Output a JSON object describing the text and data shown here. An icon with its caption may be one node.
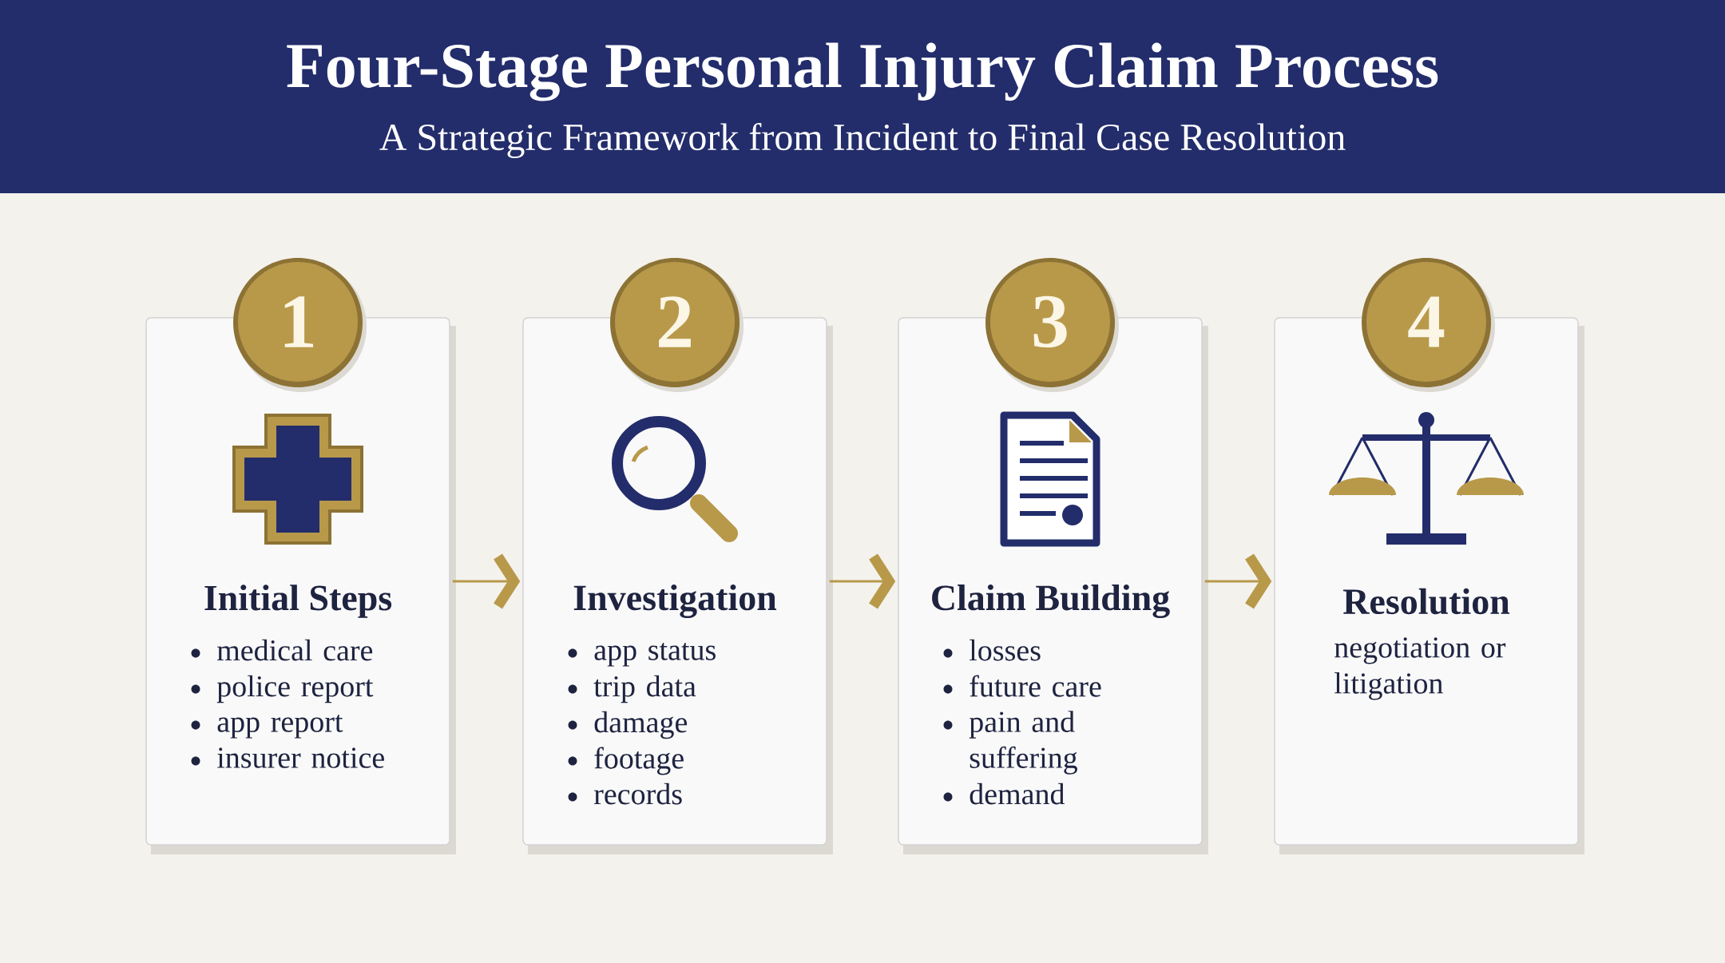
{
  "diagram": {
    "title": "Four-Stage Personal Injury Claim Process",
    "caption": "A Strategic Framework from Incident to Final Case Resolution",
    "nodes": [
      {
        "text": [
          "1"
        ]
      },
      {
        "text": [
          "Initial Steps",
          "medical care",
          "police report",
          "app report",
          "insurer notice"
        ]
      },
      {
        "text": [
          "2"
        ]
      },
      {
        "text": [
          "Investigation",
          "app status",
          "trip data",
          "damage",
          "footage",
          "records"
        ]
      },
      {
        "text": [
          "3"
        ]
      },
      {
        "text": [
          "Claim Building",
          "losses",
          "future care",
          "pain and suffering",
          "demand"
        ]
      },
      {
        "text": [
          "4"
        ]
      },
      {
        "text": [
          "Resolution",
          "negotiation or litigation"
        ]
      }
    ],
    "edges": [
      {
        "from": 1,
        "to": 3,
        "arrow": "to"
      },
      {
        "from": 3,
        "to": 5,
        "arrow": "to"
      },
      {
        "from": 5,
        "to": 7,
        "arrow": "to"
      }
    ]
  }
}
